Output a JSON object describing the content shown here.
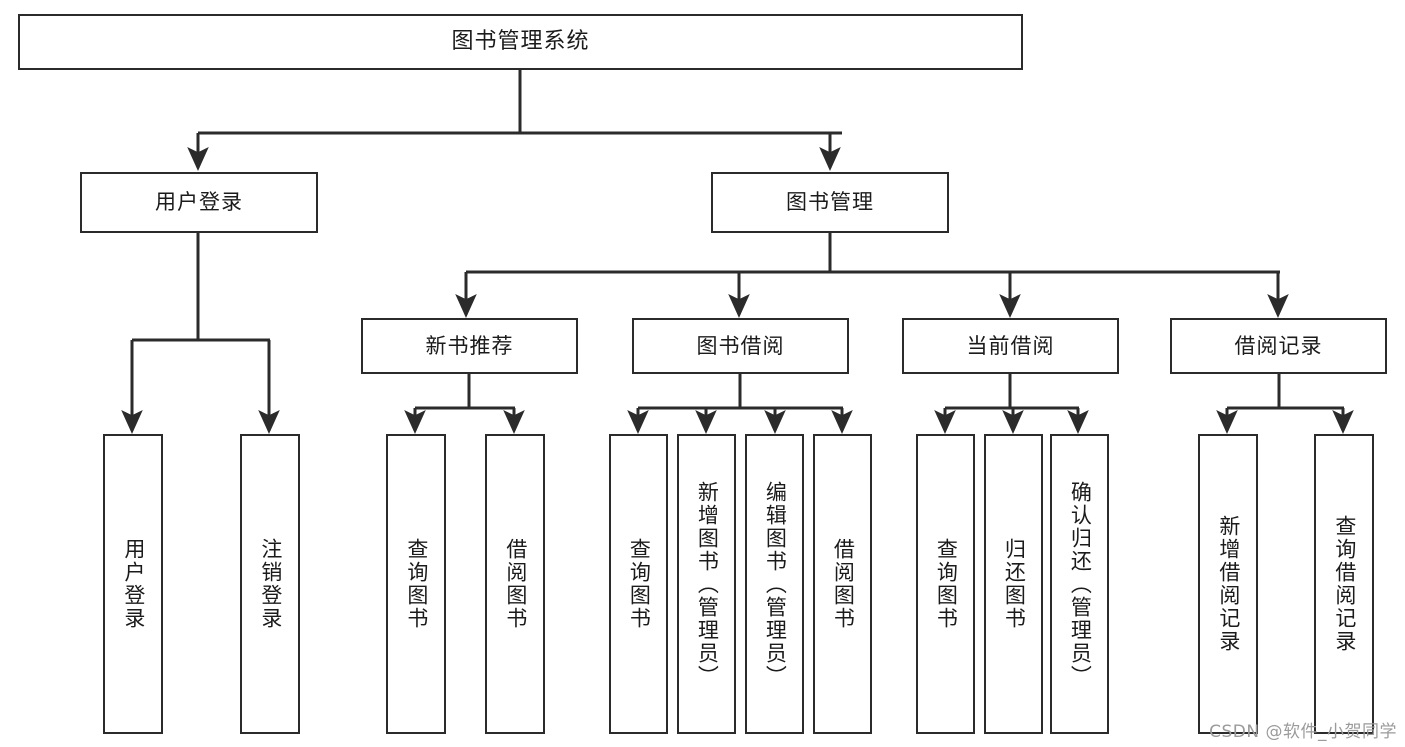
{
  "diagram": {
    "title": "图书管理系统",
    "type": "功能结构图",
    "root": {
      "id": "root",
      "label": "图书管理系统"
    },
    "level2": [
      {
        "id": "user-login",
        "label": "用户登录"
      },
      {
        "id": "book-manage",
        "label": "图书管理"
      }
    ],
    "level3": [
      {
        "id": "new-book-recommend",
        "label": "新书推荐",
        "parent": "book-manage"
      },
      {
        "id": "book-borrow",
        "label": "图书借阅",
        "parent": "book-manage"
      },
      {
        "id": "current-borrow",
        "label": "当前借阅",
        "parent": "book-manage"
      },
      {
        "id": "borrow-record",
        "label": "借阅记录",
        "parent": "book-manage"
      }
    ],
    "leaves": [
      {
        "id": "leaf-user-login",
        "label": "用户登录",
        "parent": "user-login"
      },
      {
        "id": "leaf-logout",
        "label": "注销登录",
        "parent": "user-login"
      },
      {
        "id": "leaf-query-book-1",
        "label": "查询图书",
        "parent": "new-book-recommend"
      },
      {
        "id": "leaf-borrow-book-1",
        "label": "借阅图书",
        "parent": "new-book-recommend"
      },
      {
        "id": "leaf-query-book-2",
        "label": "查询图书",
        "parent": "book-borrow"
      },
      {
        "id": "leaf-add-book",
        "label": "新增图书（管理员）",
        "parent": "book-borrow"
      },
      {
        "id": "leaf-edit-book",
        "label": "编辑图书（管理员）",
        "parent": "book-borrow"
      },
      {
        "id": "leaf-borrow-book-2",
        "label": "借阅图书",
        "parent": "book-borrow"
      },
      {
        "id": "leaf-query-book-3",
        "label": "查询图书",
        "parent": "current-borrow"
      },
      {
        "id": "leaf-return-book",
        "label": "归还图书",
        "parent": "current-borrow"
      },
      {
        "id": "leaf-confirm-return",
        "label": "确认归还（管理员）",
        "parent": "current-borrow"
      },
      {
        "id": "leaf-add-record",
        "label": "新增借阅记录",
        "parent": "borrow-record"
      },
      {
        "id": "leaf-query-record",
        "label": "查询借阅记录",
        "parent": "borrow-record"
      }
    ],
    "colors": {
      "background": "#ffffff",
      "node_fill": "#ffffff",
      "node_border": "#2b2b2b",
      "edge": "#2b2b2b",
      "text": "#1b1b1b",
      "watermark": "#9b9b9b"
    }
  },
  "watermark": {
    "text": "CSDN @软件_小贺同学"
  }
}
